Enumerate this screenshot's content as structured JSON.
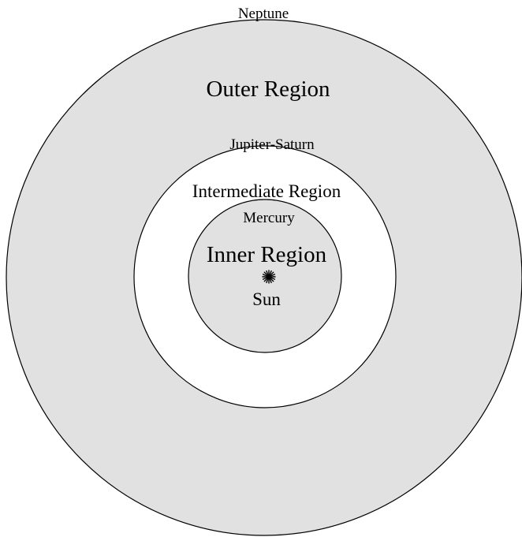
{
  "colors": {
    "outer_fill": "#e1e1e1",
    "middle_fill": "#ffffff",
    "inner_fill": "#e1e1e1",
    "stroke": "#000000",
    "sun": "#000000"
  },
  "labels": {
    "neptune": "Neptune",
    "outer_region": "Outer Region",
    "jupiter_saturn": "Jupiter-Saturn",
    "intermediate_region": "Intermediate Region",
    "mercury": "Mercury",
    "inner_region": "Inner Region",
    "sun": "Sun"
  },
  "icons": {
    "sun": "sun-starburst-icon"
  }
}
